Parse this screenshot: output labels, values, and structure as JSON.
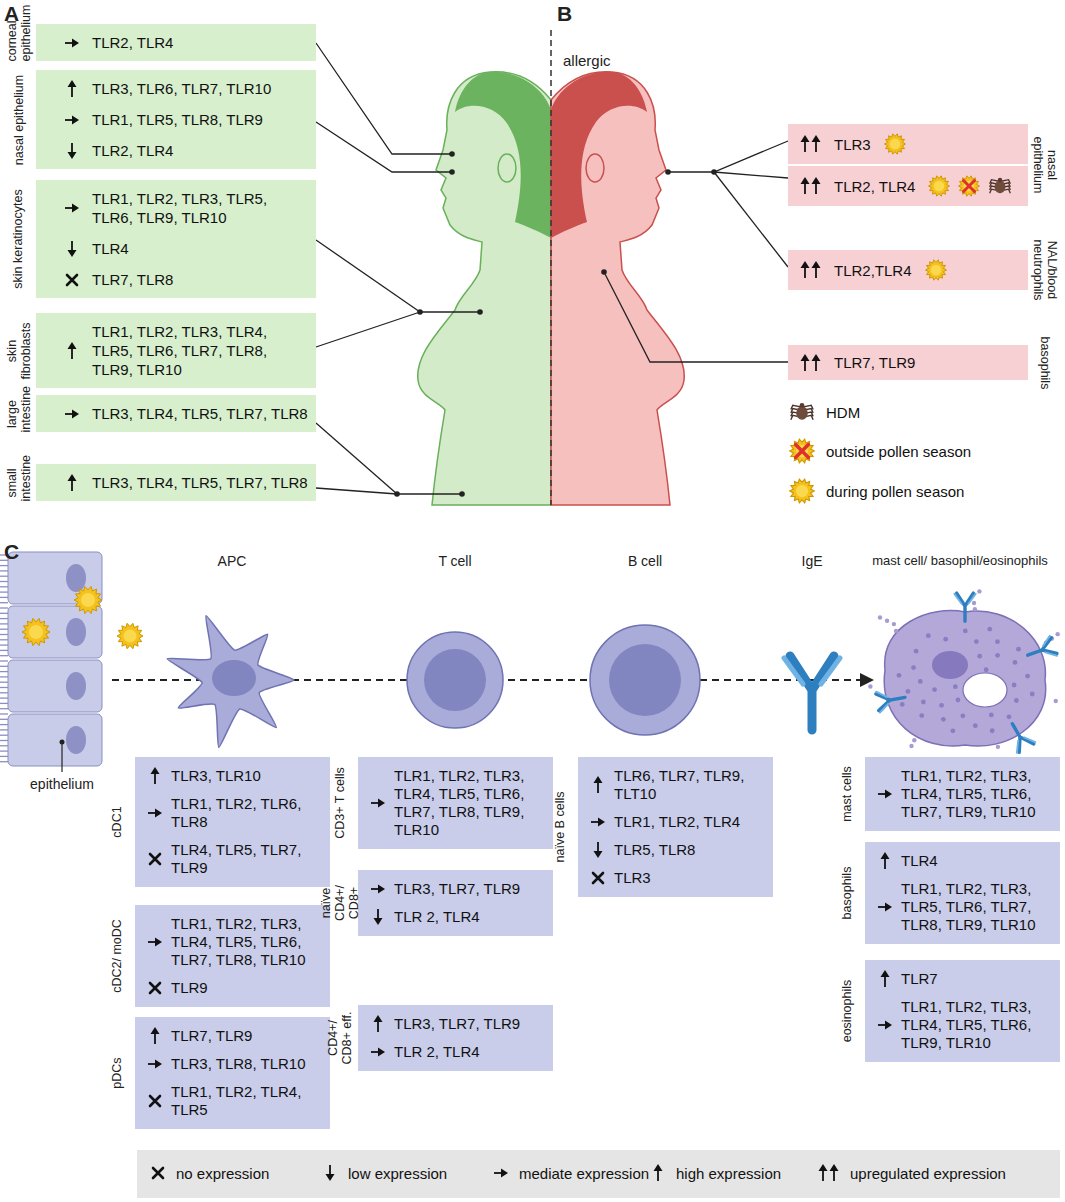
{
  "diagram": {
    "nodes": [
      {
        "text": [
          "corneal epithelium",
          "TLR2, TLR4"
        ]
      },
      {
        "text": [
          "nasal epithelium",
          "TLR3, TLR6, TLR7, TLR10",
          "TLR1, TLR5, TLR8, TLR9",
          "TLR2, TLR4"
        ]
      },
      {
        "text": [
          "skin keratinocytes",
          "TLR1, TLR2, TLR3, TLR5, TLR6, TLR9, TLR10",
          "TLR4",
          "TLR7, TLR8"
        ]
      },
      {
        "text": [
          "skin fibroblasts",
          "TLR1, TLR2, TLR3, TLR4, TLR5, TLR6, TLR7, TLR8, TLR9, TLR10"
        ]
      },
      {
        "text": [
          "large intestine",
          "TLR3, TLR4, TLR5, TLR7, TLR8"
        ]
      },
      {
        "text": [
          "small intestine",
          "TLR3, TLR4, TLR5, TLR7, TLR8"
        ]
      },
      {
        "text": [
          "nasal epithelium",
          "TLR3",
          "TLR2, TLR4"
        ]
      },
      {
        "text": [
          "NAL/blood neutrophils",
          "TLR2,TLR4"
        ]
      },
      {
        "text": [
          "basophils",
          "TLR7, TLR9"
        ]
      },
      {
        "text": [
          "cDC1",
          "TLR3, TLR10",
          "TLR1, TLR2, TLR6, TLR8",
          "TLR4, TLR5, TLR7, TLR9"
        ]
      },
      {
        "text": [
          "cDC2/ moDC",
          "TLR1, TLR2, TLR3, TLR4, TLR5, TLR6, TLR7, TLR8, TLR10",
          "TLR9"
        ]
      },
      {
        "text": [
          "pDCs",
          "TLR7, TLR9",
          "TLR3, TLR8, TLR10",
          "TLR1, TLR2, TLR4, TLR5"
        ]
      },
      {
        "text": [
          "CD3+ T cells",
          "TLR1, TLR2, TLR3, TLR4, TLR5, TLR6, TLR7, TLR8, TLR9, TLR10"
        ]
      },
      {
        "text": [
          "naïve CD4+/ CD8+",
          "TLR3, TLR7, TLR9",
          "TLR 2, TLR4"
        ]
      },
      {
        "text": [
          "CD4+/ CD8+ eff.",
          "TLR3, TLR7, TLR9",
          "TLR 2, TLR4"
        ]
      },
      {
        "text": [
          "naïve B cells",
          "TLR6, TLR7, TLR9, TLT10",
          "TLR1, TLR2, TLR4",
          "TLR5, TLR8",
          "TLR3"
        ]
      },
      {
        "text": [
          "mast cells",
          "TLR1, TLR2, TLR3, TLR4, TLR5, TLR6, TLR7, TLR9, TLR10"
        ]
      },
      {
        "text": [
          "basophils",
          "TLR4",
          "TLR1, TLR2, TLR3, TLR5, TLR6, TLR7, TLR8, TLR9, TLR10"
        ]
      },
      {
        "text": [
          "eosinophils",
          "TLR7",
          "TLR1, TLR2, TLR3, TLR4, TLR5, TLR6, TLR9, TLR10"
        ]
      }
    ],
    "labels": [
      "A",
      "B",
      "allergic",
      "C",
      "epithelium",
      "APC",
      "T cell",
      "B cell",
      "IgE",
      "mast cell/ basophil/eosinophils"
    ],
    "legend": [
      {
        "text": "HDM"
      },
      {
        "text": "outside pollen season"
      },
      {
        "text": "during pollen season"
      },
      {
        "text": "no expression"
      },
      {
        "text": "low expression"
      },
      {
        "text": "mediate expression"
      },
      {
        "text": "high expression"
      },
      {
        "text": "upregulated expression"
      }
    ]
  }
}
